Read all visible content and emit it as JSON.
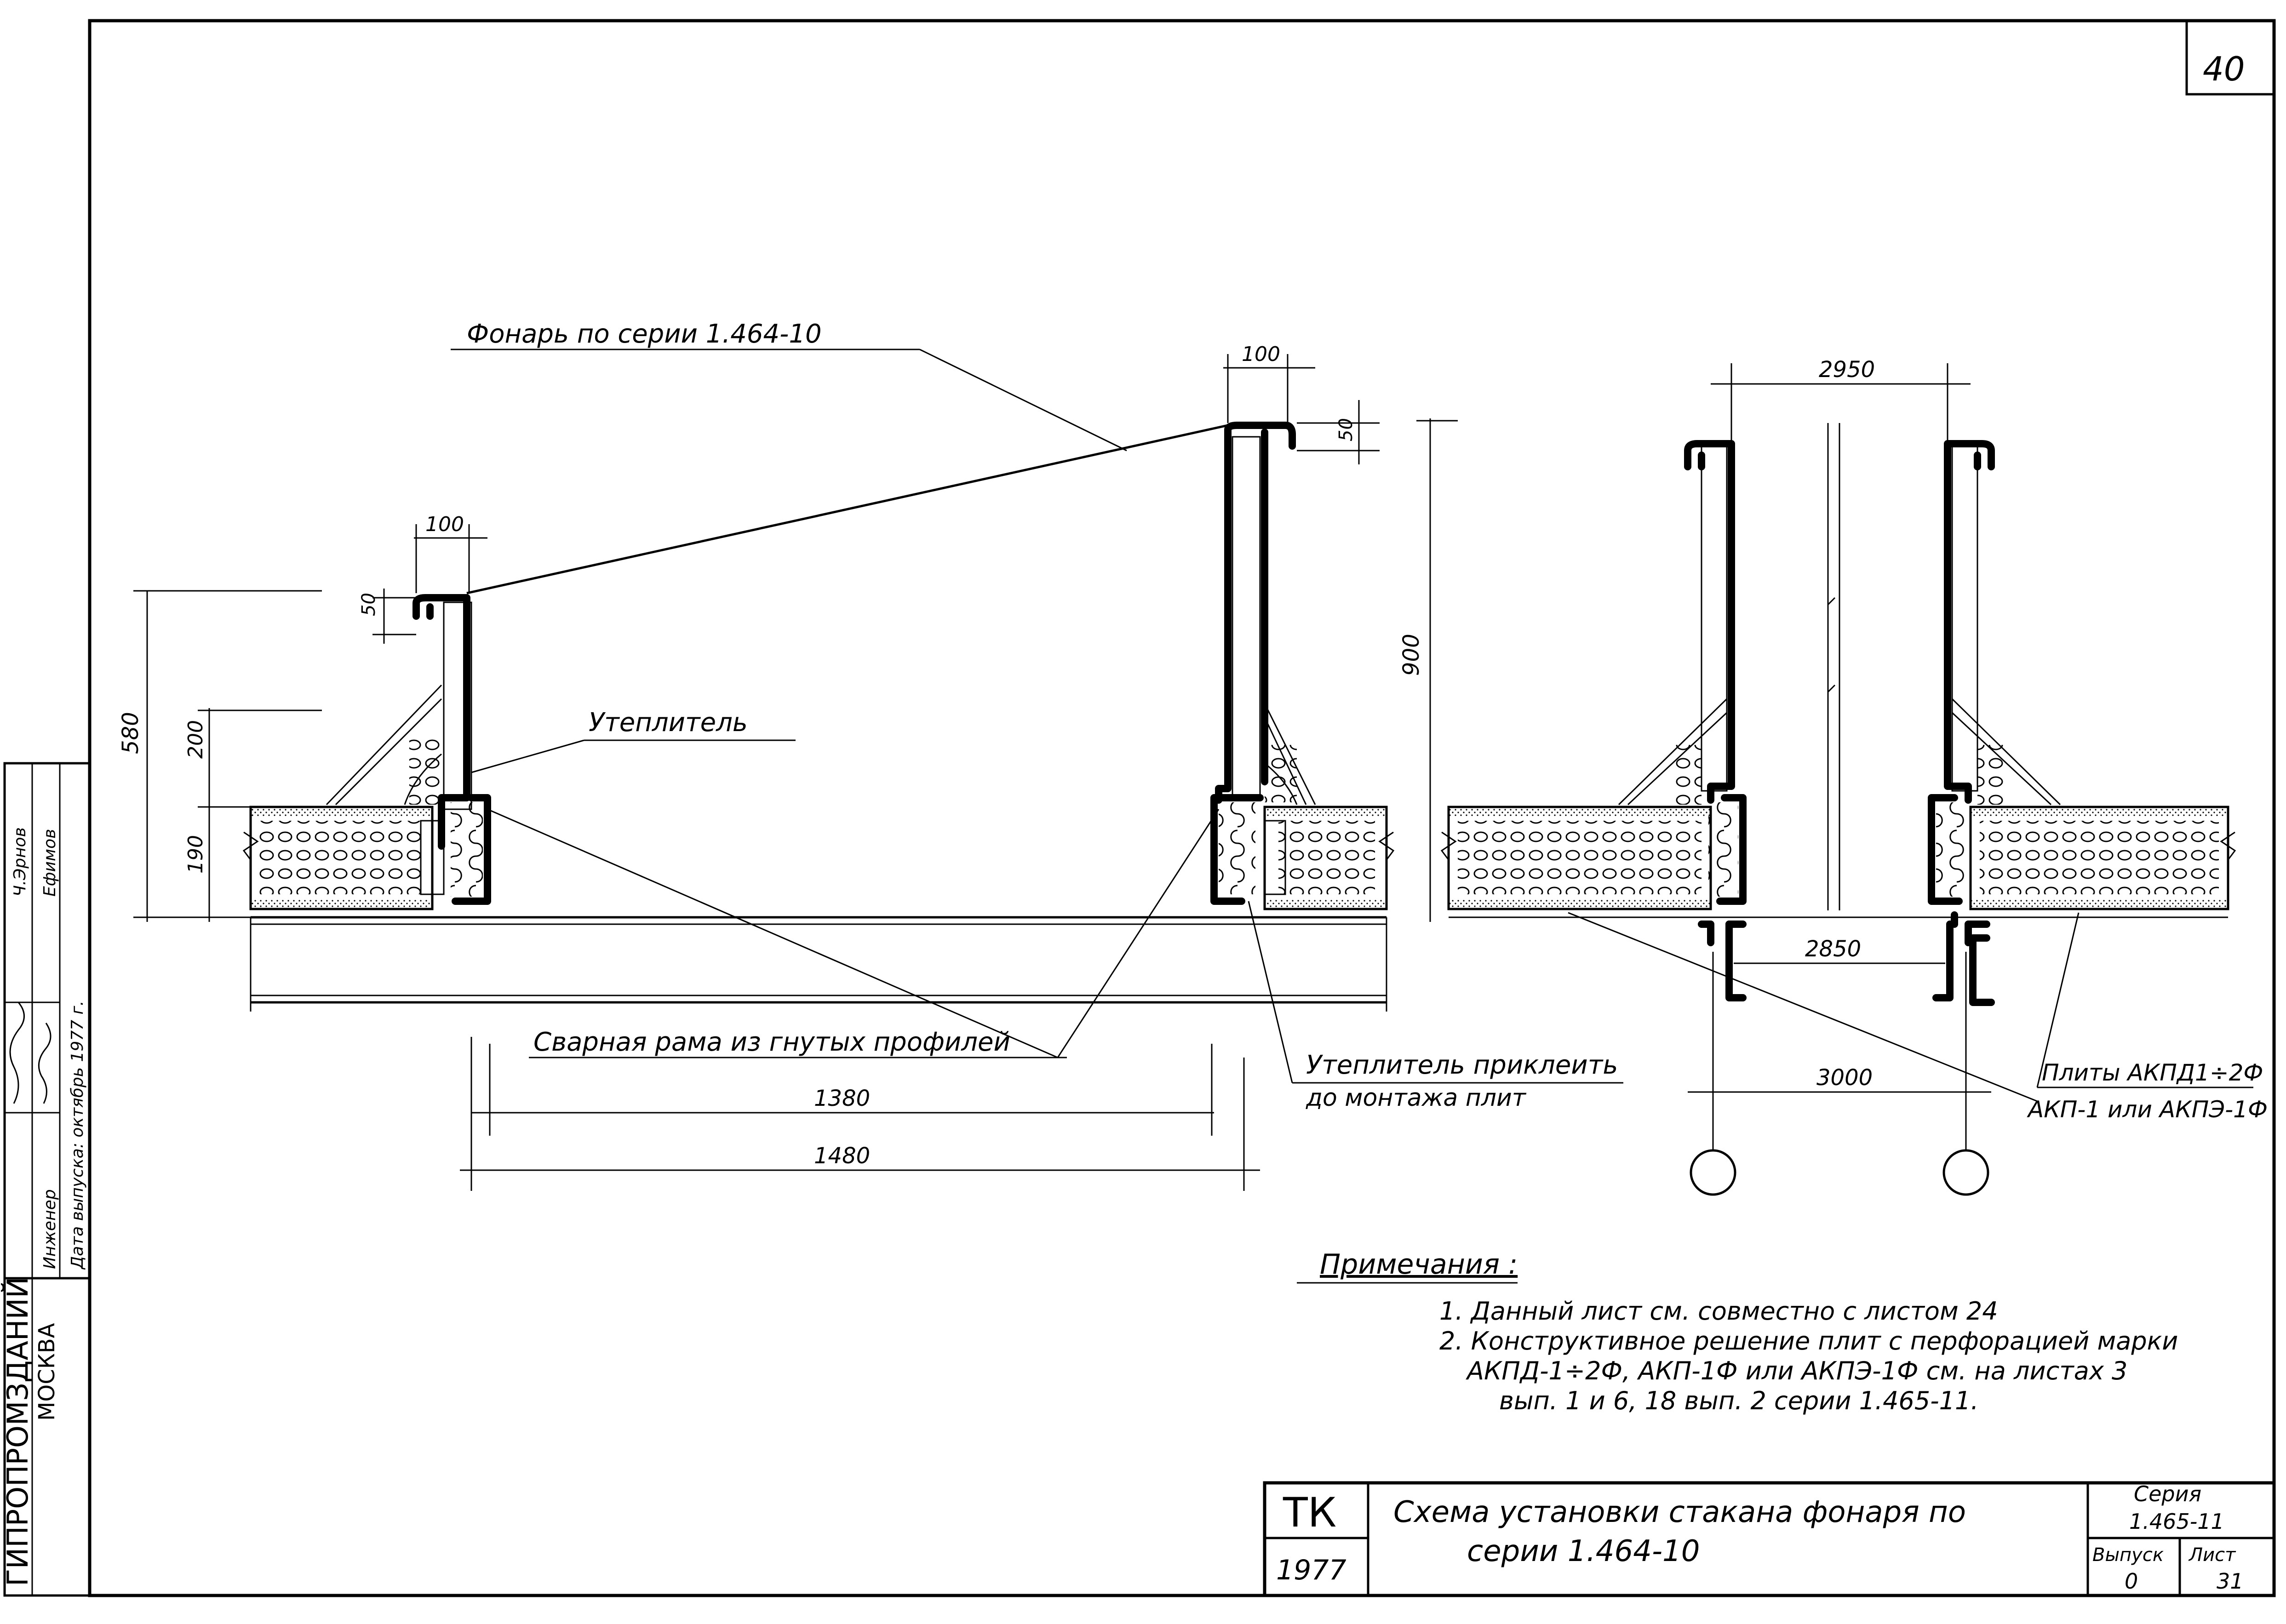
{
  "sheet_number": "40",
  "labels": {
    "fonar": "Фонарь по серии 1.464-10",
    "uteplitel": "Утеплитель",
    "svarnaya_rama": "Сварная рама из гнутых профилей",
    "uteplitel_prikleit_1": "Утеплитель приклеить",
    "uteplitel_prikleit_2": "до монтажа плит",
    "plity_1": "Плиты АКПД1÷2Ф",
    "plity_2": "АКП-1 или АКПЭ-1Ф"
  },
  "dimensions": {
    "d100_left": "100",
    "d100_right": "100",
    "d50_left": "50",
    "d50_right": "50",
    "d580": "580",
    "d200": "200",
    "d190": "190",
    "d900": "900",
    "d2950": "2950",
    "d2850": "2850",
    "d3000": "3000",
    "d1380": "1380",
    "d1480": "1480"
  },
  "notes": {
    "title": "Примечания :",
    "line1": "1. Данный лист см. совместно с листом 24",
    "line2": "2. Конструктивное решение плит с перфорацией марки",
    "line3": "АКПД-1÷2Ф, АКП-1Ф или АКПЭ-1Ф см. на листах 3",
    "line4": "вып. 1 и 6, 18 вып. 2 серии 1.465-11."
  },
  "title_block": {
    "code": "ТК",
    "year": "1977",
    "title_line1": "Схема установки стакана фонаря по",
    "title_line2": "серии 1.464-10",
    "series_label": "Серия",
    "series_value": "1.465-11",
    "issue_label": "Выпуск",
    "issue_value": "0",
    "sheet_label": "Лист",
    "sheet_value": "31"
  },
  "side_stamp": {
    "org": "ГИПРОПРОМЗДАНИЙ",
    "city": "МОСКВА",
    "row_engineer": "Инженер",
    "row_date": "Дата выпуска: октябрь 1977 г.",
    "name1": "Ч.Эрнов",
    "name2": "Ефимов"
  }
}
